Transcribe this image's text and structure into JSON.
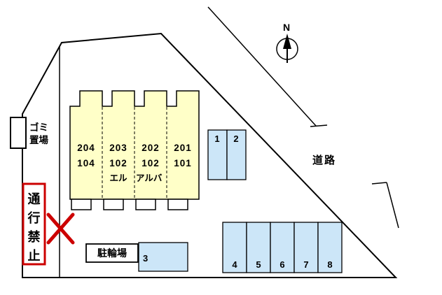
{
  "compass": {
    "label": "N"
  },
  "road": {
    "label": "道路"
  },
  "building": {
    "name": "エル　アルバ",
    "units": [
      {
        "upper": "204",
        "lower": "104"
      },
      {
        "upper": "203",
        "lower": "102"
      },
      {
        "upper": "202",
        "lower": "102"
      },
      {
        "upper": "201",
        "lower": "101"
      }
    ]
  },
  "garbage_area": {
    "line1": "ゴミ",
    "line2": "置場"
  },
  "no_passage_sign": {
    "text": "通行禁止",
    "chars": [
      "通",
      "行",
      "禁",
      "止"
    ]
  },
  "bicycle_area": {
    "label": "駐輪場"
  },
  "parking": {
    "spaces": [
      "1",
      "2",
      "3",
      "4",
      "5",
      "6",
      "7",
      "8"
    ]
  },
  "colors": {
    "building_fill": "#FFFFC8",
    "parking_fill": "#CCE6F8",
    "alert_red": "#CC0000"
  }
}
